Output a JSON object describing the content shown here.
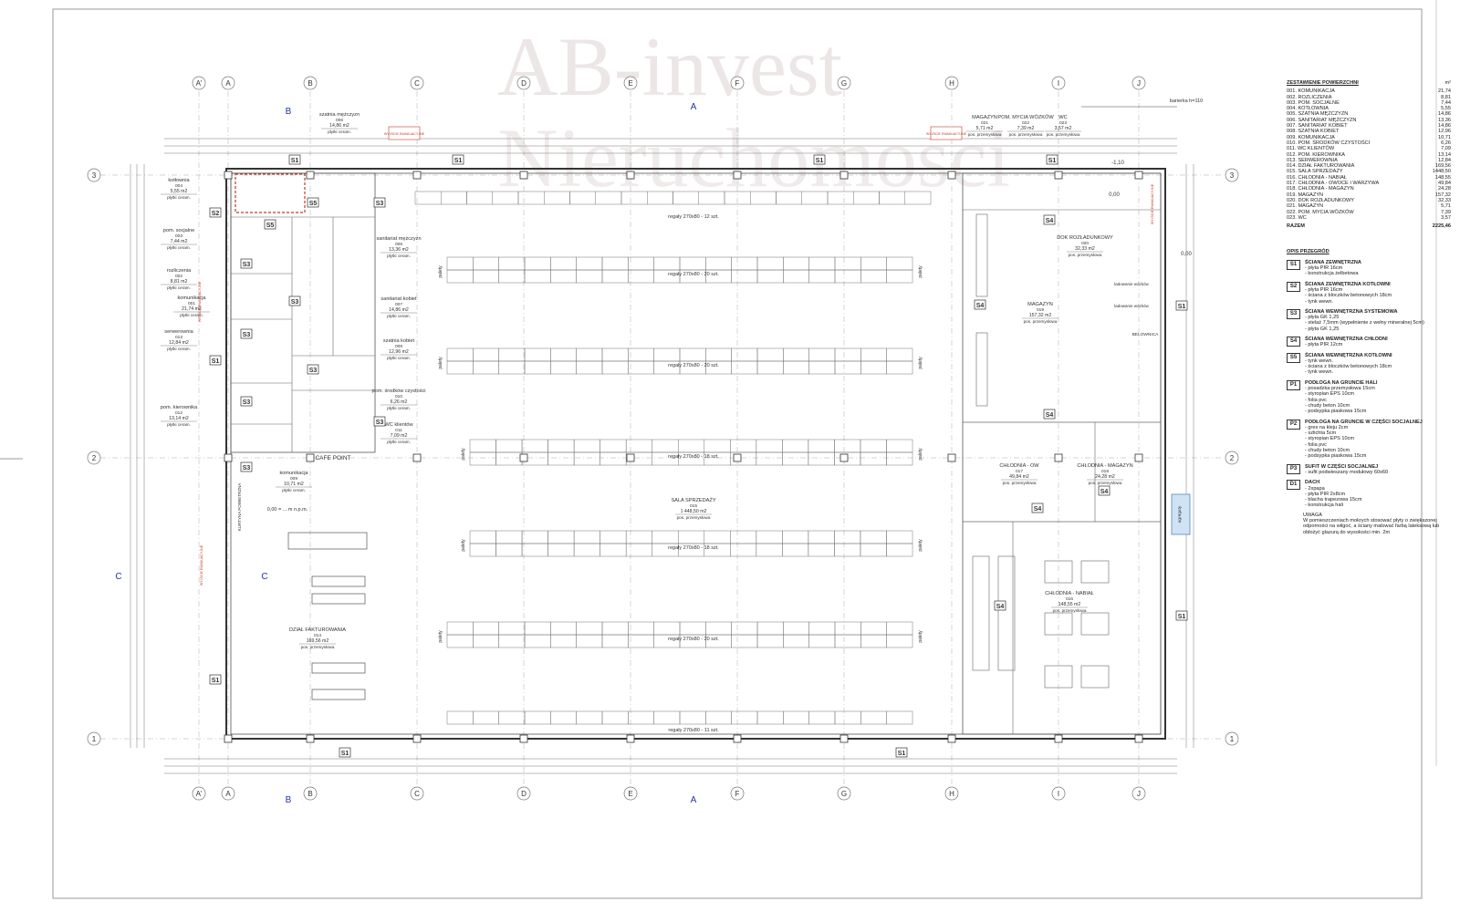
{
  "watermark": {
    "logo_line1": "AB-invest",
    "logo_line2": "Nieruchomości"
  },
  "grid": {
    "columns": [
      "A'",
      "A",
      "B",
      "C",
      "D",
      "E",
      "F",
      "G",
      "H",
      "I",
      "J"
    ],
    "rows": [
      "3",
      "2",
      "1"
    ],
    "sections": [
      "B",
      "A",
      "C"
    ]
  },
  "rooms": [
    {
      "name": "szatnia mężczyzn",
      "num": "006",
      "area": "14,86 m2",
      "floor": "płytki ceram."
    },
    {
      "name": "kotłownia",
      "num": "004",
      "area": "5,55 m2",
      "floor": "płytki ceram."
    },
    {
      "name": "pom. socjalne",
      "num": "003",
      "area": "7,44 m2",
      "floor": "płytki ceram."
    },
    {
      "name": "rozliczenia",
      "num": "002",
      "area": "8,81 m2",
      "floor": "płytki ceram."
    },
    {
      "name": "komunikacja",
      "num": "001",
      "area": "21,74 m2",
      "floor": "płytki ceram."
    },
    {
      "name": "serwerownia",
      "num": "013",
      "area": "12,84 m2",
      "floor": "płytki ceram."
    },
    {
      "name": "pom. kierownika",
      "num": "012",
      "area": "13,14 m2",
      "floor": "płytki ceram."
    },
    {
      "name": "sanitariat mężczyzn",
      "num": "006",
      "area": "13,36 m2",
      "floor": "płytki ceram."
    },
    {
      "name": "sanitariat kobiet",
      "num": "007",
      "area": "14,86 m2",
      "floor": "płytki ceram."
    },
    {
      "name": "szatnia kobiet",
      "num": "008",
      "area": "12,96 m2",
      "floor": "płytki ceram."
    },
    {
      "name": "pom. środków czystości",
      "num": "010",
      "area": "6,26 m2",
      "floor": "płytki ceram."
    },
    {
      "name": "WC klientów",
      "num": "011",
      "area": "7,09 m2",
      "floor": "płytki ceram."
    },
    {
      "name": "komunikacja",
      "num": "009",
      "area": "10,71 m2",
      "floor": "płytki ceram."
    },
    {
      "name": "DZIAŁ FAKTUROWANIA",
      "num": "014",
      "area": "169,56 m2",
      "floor": "pos. przemysłowa"
    },
    {
      "name": "SALA SPRZEDAŻY",
      "num": "015",
      "area": "1 448,50 m2",
      "floor": "pos. przemysłowa"
    },
    {
      "name": "MAGAZYN",
      "num": "019",
      "area": "157,32 m2",
      "floor": "pos. przemysłowa"
    },
    {
      "name": "DOK ROZŁADUNKOWY",
      "num": "020",
      "area": "32,33 m2",
      "floor": "pos. przemysłowa"
    },
    {
      "name": "CHŁODNIA - OW",
      "num": "017",
      "area": "49,84 m2",
      "floor": "pos. przemysłowa"
    },
    {
      "name": "CHŁODNIA - MAGAZYN",
      "num": "018",
      "area": "24,28 m2",
      "floor": "pos. przemysłowa"
    },
    {
      "name": "CHŁODNIA - NABIAŁ",
      "num": "016",
      "area": "148,55 m2",
      "floor": "pos. przemysłowa"
    },
    {
      "name": "MAGAZYN",
      "num": "021",
      "area": "5,71 m2",
      "floor": "pos. przemysłowa"
    },
    {
      "name": "POM. MYCIA WÓZKÓW",
      "num": "022",
      "area": "7,39 m2",
      "floor": "pos. przemysłowa"
    },
    {
      "name": "WC",
      "num": "023",
      "area": "3,57 m2",
      "floor": "pos. przemysłowa"
    }
  ],
  "shelves": [
    "regały 270x80 - 12 szt.",
    "regały 270x80 - 20 szt.",
    "regały 270x80 - 20 szt.",
    "regały 270x80 - 18 szt.",
    "regały 270x80 - 18 szt.",
    "regały 270x80 - 20 szt.",
    "regały 270x80 - 11 szt."
  ],
  "labels": {
    "exit": "WYJŚCIE EWAKUACYJNE",
    "cafe": "CAFE POINT",
    "level": "0,00 = ... m n.p.m.",
    "barrier": "barierka h=110",
    "agregaty": "agregaty",
    "belownica": "BELOWNICA",
    "palety": "palety",
    "kurtyna": "KURTYNA POWIETRZNA",
    "wozki": "ładowanie wózków",
    "lev1": "0,00",
    "lev2": "-1,10"
  },
  "walls_on_plan": [
    "S1",
    "S2",
    "S3",
    "S4",
    "S5"
  ],
  "legend": {
    "areas_title": "ZESTAWIENIE POWIERZCHNI",
    "unit": "m²",
    "areas": [
      [
        "001. KOMUNIKACJA",
        "21,74"
      ],
      [
        "002. ROZLICZENIA",
        "8,81"
      ],
      [
        "003. POM. SOCJALNE",
        "7,44"
      ],
      [
        "004. KOTŁOWNIA",
        "5,55"
      ],
      [
        "005. SZATNIA MĘŻCZYZN",
        "14,86"
      ],
      [
        "006. SANITARIAT MĘŻCZYZN",
        "13,36"
      ],
      [
        "007. SANITARIAT KOBIET",
        "14,86"
      ],
      [
        "008. SZATNIA KOBIET",
        "12,96"
      ],
      [
        "009. KOMUNIKACJA",
        "10,71"
      ],
      [
        "010. POM. ŚRODKÓW CZYSTOŚCI",
        "6,26"
      ],
      [
        "011. WC KLIENTÓW",
        "7,09"
      ],
      [
        "012. POM. KIEROWNIKA",
        "13,14"
      ],
      [
        "013. SERWEROWNIA",
        "12,84"
      ],
      [
        "014. DZIAŁ FAKTUROWANIA",
        "169,56"
      ],
      [
        "015. SALA SPRZEDAŻY",
        "1448,50"
      ],
      [
        "016. CHŁODNIA - NABIAŁ",
        "148,55"
      ],
      [
        "017. CHŁODNIA - OWOCE I WARZYWA",
        "49,84"
      ],
      [
        "018. CHŁODNIA - MAGAZYN",
        "24,28"
      ],
      [
        "019. MAGAZYN",
        "157,32"
      ],
      [
        "020. DOK ROZŁADUNKOWY",
        "32,33"
      ],
      [
        "021. MAGAZYN",
        "5,71"
      ],
      [
        "022. POM. MYCIA WÓZKÓW",
        "7,39"
      ],
      [
        "023. WC",
        "3,57"
      ]
    ],
    "total_label": "RAZEM",
    "total_value": "2225,46",
    "walls_title": "OPIS PRZEGRÓD",
    "walls": [
      {
        "code": "S1",
        "title": "ŚCIANA ZEWNĘTRZNA",
        "lines": [
          "płyta PIR 16cm",
          "konstrukcja żelbetowa"
        ]
      },
      {
        "code": "S2",
        "title": "ŚCIANA ZEWNĘTRZNA KOTŁOWNI",
        "lines": [
          "płyta PIR 16cm",
          "ściana z bloczków betonowych 18cm",
          "tynk wewn."
        ]
      },
      {
        "code": "S3",
        "title": "ŚCIANA WEWNĘTRZNA SYSTEMOWA",
        "lines": [
          "płyta GK 1,25",
          "stelaż 7,5mm (wypełnienie z wełny mineralnej 5cm)",
          "płyta GK 1,25"
        ]
      },
      {
        "code": "S4",
        "title": "ŚCIANA WEWNĘTRZNA CHŁODNI",
        "lines": [
          "płyta PIR 12cm"
        ]
      },
      {
        "code": "S5",
        "title": "ŚCIANA WEWNĘTRZNA KOTŁOWNI",
        "lines": [
          "tynk wewn.",
          "ściana z bloczków betonowych 18cm",
          "tynk wewn."
        ]
      },
      {
        "code": "P1",
        "title": "PODŁOGA NA GRUNCIE HALI",
        "lines": [
          "posadzka przemysłowa 15cm",
          "styropian EPS 10cm",
          "folia pvc",
          "chudy beton 10cm",
          "podsypka piaskowa 15cm"
        ]
      },
      {
        "code": "P2",
        "title": "PODŁOGA NA GRUNCIE W CZĘŚCI SOCJALNEJ",
        "lines": [
          "gres na kleju 2cm",
          "szlichta 5cm",
          "styropian EPS 10cm",
          "folia pvc",
          "chudy beton 10cm",
          "podsypka piaskowa 15cm"
        ]
      },
      {
        "code": "P3",
        "title": "SUFIT W CZĘŚCI SOCJALNEJ",
        "lines": [
          "sufit podwieszany modułowy 60x60"
        ]
      },
      {
        "code": "D1",
        "title": "DACH",
        "lines": [
          "2xpapa",
          "płyta PIR 2x8cm",
          "blacha trapezowa 15cm",
          "konstrukcja hali"
        ]
      }
    ],
    "note_title": "UWAGA",
    "note": "W pomieszczeniach mokrych stosować płyty o zwiększonej odporności na wilgoć, a ściany malować farbą lateksową lub obłożyć glazurą do wysokości min. 2m"
  },
  "colors": {
    "line": "#444444",
    "exit_red": "#c0392b",
    "section_blue": "#2233aa",
    "agregaty_fill": "#cfe3f5"
  }
}
